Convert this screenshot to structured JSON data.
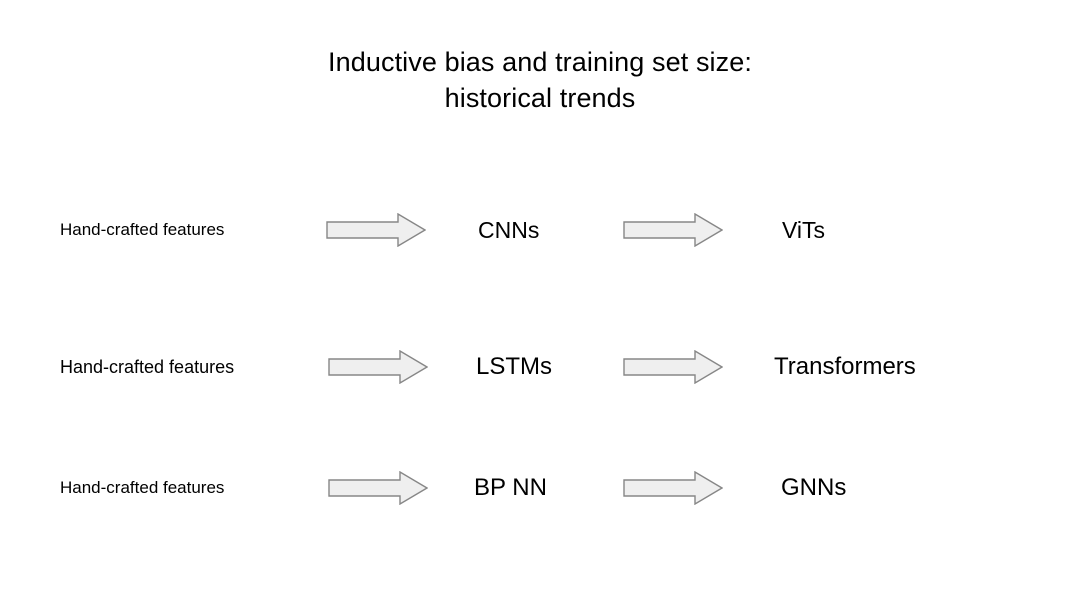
{
  "slide": {
    "title_line1": "Inductive bias and training set size:",
    "title_line2": "historical trends",
    "background_color": "#ffffff",
    "text_color": "#000000",
    "arrow_fill_color": "#efefef",
    "arrow_stroke_color": "#878787"
  },
  "rows": [
    {
      "source": "Hand-crafted features",
      "arrow1": "right-arrow-icon",
      "middle": "CNNs",
      "arrow2": "right-arrow-icon",
      "target": "ViTs"
    },
    {
      "source": "Hand-crafted features",
      "arrow1": "right-arrow-icon",
      "middle": "LSTMs",
      "arrow2": "right-arrow-icon",
      "target": "Transformers"
    },
    {
      "source": "Hand-crafted features",
      "arrow1": "right-arrow-icon",
      "middle": "BP NN",
      "arrow2": "right-arrow-icon",
      "target": "GNNs"
    }
  ]
}
